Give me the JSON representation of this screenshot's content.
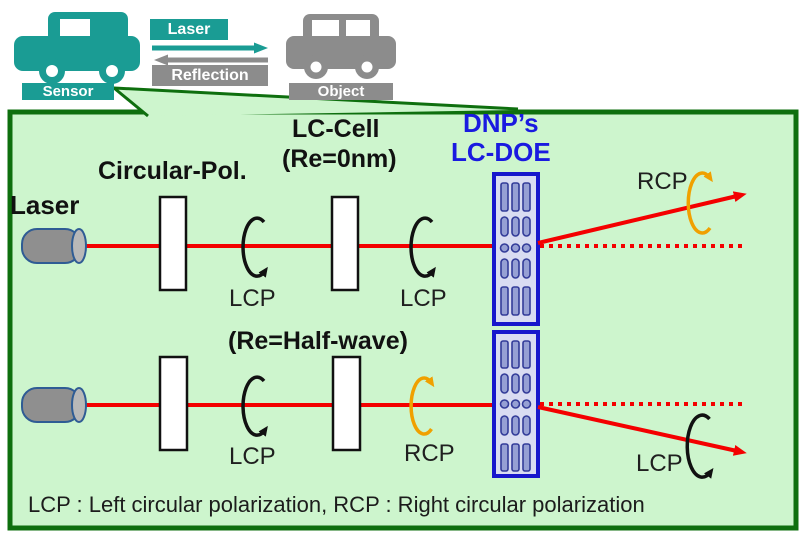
{
  "scene": {
    "sensor_label": "Sensor",
    "object_label": "Object",
    "laser_arrow_label": "Laser",
    "reflection_arrow_label": "Reflection"
  },
  "diagram": {
    "laser_label": "Laser",
    "circular_pol_label": "Circular-Pol.",
    "lc_cell_label": "LC-Cell",
    "lc_cell_re_zero": "(Re=0nm)",
    "lc_cell_re_half": "(Re=Half-wave)",
    "doe_maker": "DNP’s",
    "doe_name": "LC-DOE",
    "row1": {
      "pol_state_1": "LCP",
      "pol_state_2": "LCP",
      "output_state": "RCP"
    },
    "row2": {
      "pol_state_1": "LCP",
      "pol_state_2": "RCP",
      "output_state": "LCP"
    },
    "legend": "LCP : Left circular polarization, RCP : Right circular polarization"
  },
  "colors": {
    "teal": "#1A9C94",
    "gray": "#8C8C8C",
    "border_green": "#0E6F0E",
    "panel_green": "#CDF5CD",
    "doe_blue": "#1A1AE0",
    "beam_red": "#F40000",
    "rotation_orange": "#F0A000"
  }
}
